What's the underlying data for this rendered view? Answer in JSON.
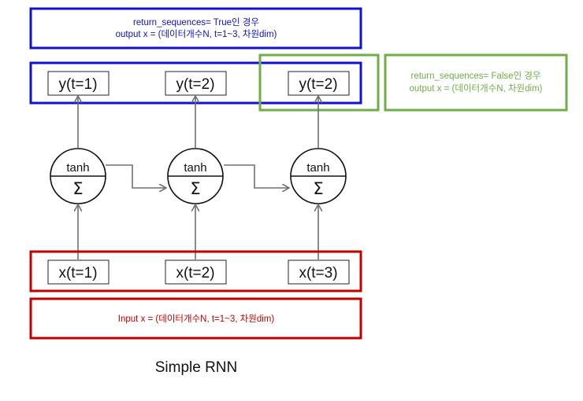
{
  "notes": {
    "true_line1": "return_sequences= True인 경우",
    "true_line2": "output x = (데이터개수N, t=1~3, 차원dim)",
    "false_line1": "return_sequences= False인 경우",
    "false_line2": "output x = (데이터개수N, 차원dim)",
    "input_line": "Input x = (데이터개수N, t=1~3, 차원dim)"
  },
  "outputs": [
    "y(t=1)",
    "y(t=2)",
    "y(t=2)"
  ],
  "inputs": [
    "x(t=1)",
    "x(t=2)",
    "x(t=3)"
  ],
  "cells": [
    {
      "activation": "tanh",
      "sum": "Σ"
    },
    {
      "activation": "tanh",
      "sum": "Σ"
    },
    {
      "activation": "tanh",
      "sum": "Σ"
    }
  ],
  "title": "Simple RNN",
  "colors": {
    "blue": "#1010d0",
    "green": "#70ad47",
    "red": "#c00000",
    "arrow": "#707070"
  }
}
